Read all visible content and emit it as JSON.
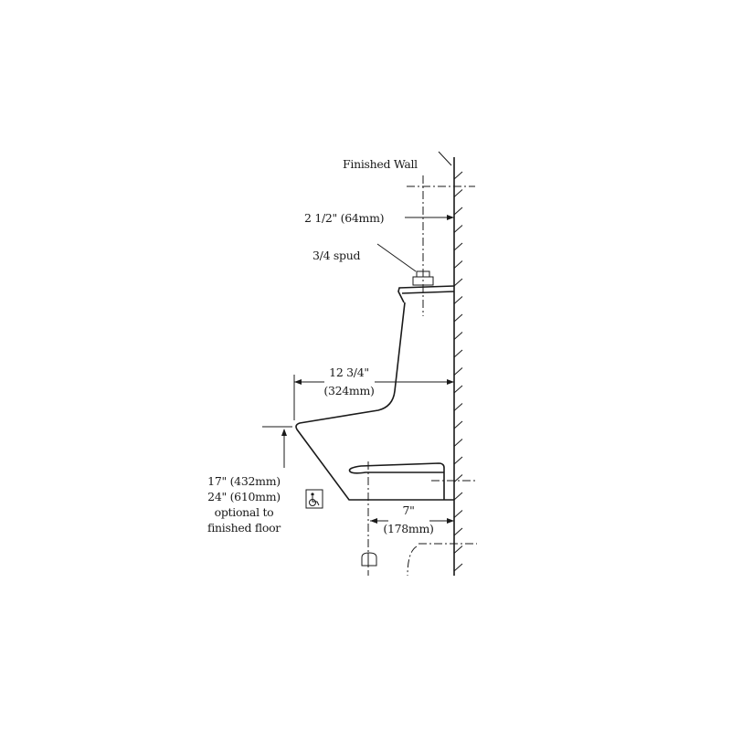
{
  "labels": {
    "finished_wall": "Finished Wall",
    "spud_offset": "2 1/2\" (64mm)",
    "spud": "3/4 spud",
    "projection_in": "12 3/4\"",
    "projection_mm": "(324mm)",
    "rim_height_1": "17\" (432mm)",
    "rim_height_2": "24\" (610mm)",
    "rim_height_3": "optional to",
    "rim_height_4": "finished floor",
    "outlet_in": "7\"",
    "outlet_mm": "(178mm)"
  },
  "icons": {
    "accessibility": "wheelchair-accessible-icon"
  }
}
